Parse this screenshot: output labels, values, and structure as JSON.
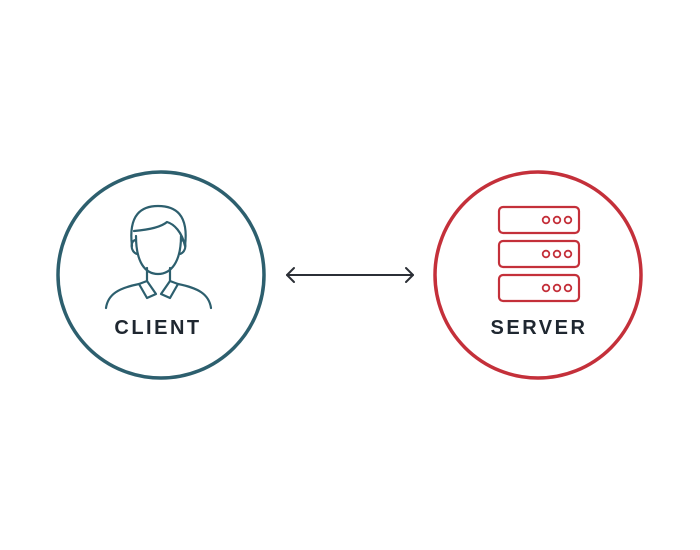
{
  "diagram": {
    "nodes": [
      {
        "id": "client",
        "label": "CLIENT",
        "icon": "user-icon",
        "color": "#2d5f6e"
      },
      {
        "id": "server",
        "label": "SERVER",
        "icon": "server-rack-icon",
        "color": "#c4303a"
      }
    ],
    "connection": {
      "from": "client",
      "to": "server",
      "direction": "bidirectional",
      "icon": "double-arrow-icon",
      "color": "#2b2f36"
    },
    "label_color": "#1f2730"
  }
}
